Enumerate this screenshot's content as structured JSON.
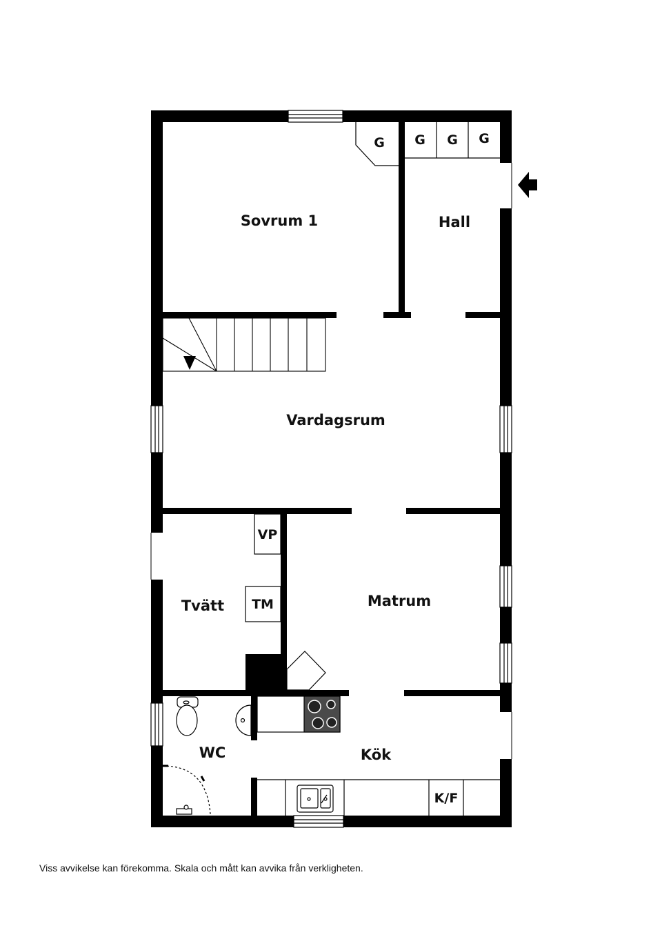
{
  "rooms": {
    "sovrum1": "Sovrum 1",
    "hall": "Hall",
    "vardagsrum": "Vardagsrum",
    "tvatt": "Tvätt",
    "matrum": "Matrum",
    "wc": "WC",
    "kok": "Kök"
  },
  "fixtures": {
    "garderob": "G",
    "vp": "VP",
    "tm": "TM",
    "kf": "K/F"
  },
  "icons": {
    "entrance": "entrance-arrow-icon",
    "stair_direction": "stair-direction-arrow-icon",
    "toilet": "toilet-icon",
    "washbasin": "washbasin-icon",
    "stove": "stove-icon",
    "sink": "kitchen-sink-icon"
  },
  "colors": {
    "wall": "#000000",
    "line": "#000000",
    "background": "#ffffff"
  },
  "disclaimer": "Viss avvikelse kan förekomma. Skala och mått kan avvika från verkligheten."
}
